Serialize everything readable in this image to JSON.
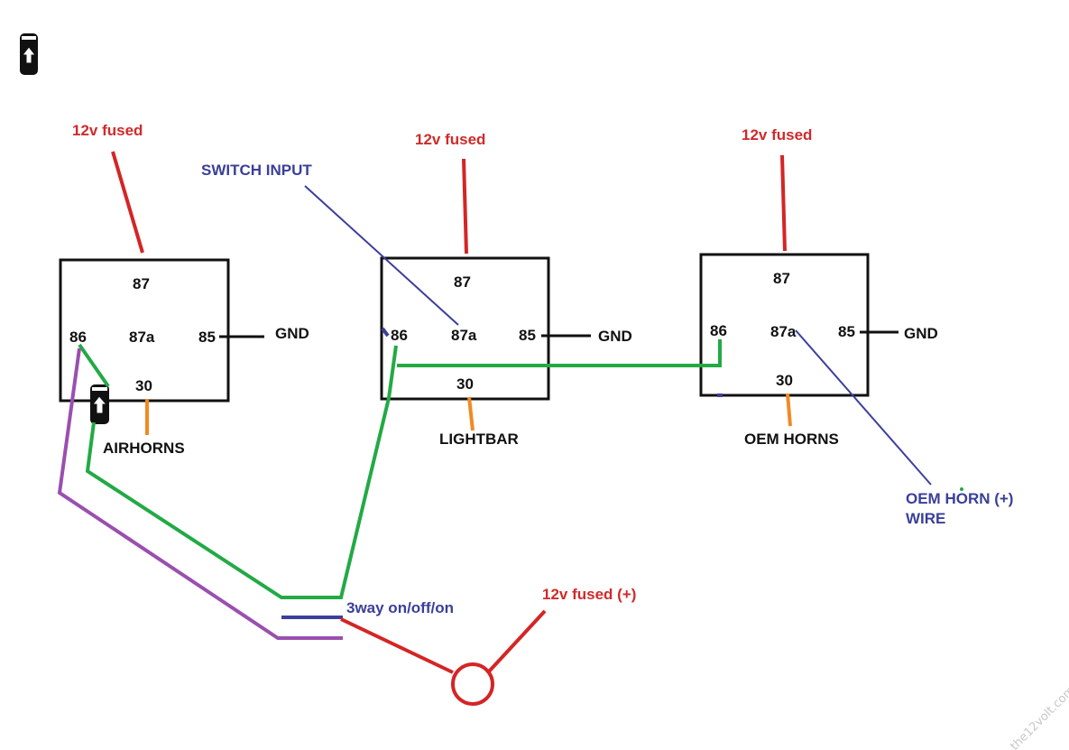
{
  "labels": {
    "supply_relay1": "12v fused",
    "supply_relay2": "12v fused",
    "supply_relay3": "12v fused",
    "switch_input": "SWITCH INPUT",
    "switch_label": "3way on/off/on",
    "switch_supply": "12v fused (+)",
    "oem_wire_line1": "OEM HORN (+)",
    "oem_wire_line2": "WIRE"
  },
  "relays": [
    {
      "pin87": "87",
      "pin86": "86",
      "pin87a": "87a",
      "pin85": "85",
      "pin30": "30",
      "gnd": "GND",
      "load": "AIRHORNS"
    },
    {
      "pin87": "87",
      "pin86": "86",
      "pin87a": "87a",
      "pin85": "85",
      "pin30": "30",
      "gnd": "GND",
      "load": "LIGHTBAR"
    },
    {
      "pin87": "87",
      "pin86": "86",
      "pin87a": "87a",
      "pin85": "85",
      "pin30": "30",
      "gnd": "GND",
      "load": "OEM HORNS"
    }
  ],
  "colors": {
    "power_wire": "#d42525",
    "trigger_wire": "#22aa44",
    "switch_wire": "#3d3f9c",
    "alt_switch_wire": "#9a4fb0",
    "load_wire": "#f08a24",
    "ground_wire": "#111111"
  },
  "watermark": "the12volt.com"
}
